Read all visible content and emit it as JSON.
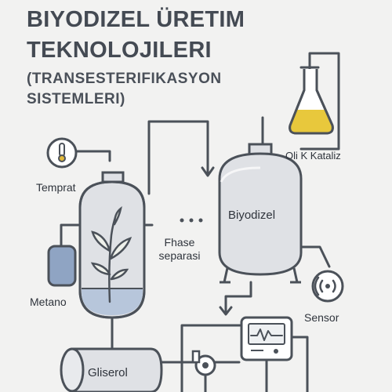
{
  "title": {
    "line1": "BIYODIZEL ÜRETIM",
    "line2": "TEKNOLOJILERI"
  },
  "subtitle": {
    "line1": "(TRANSESTERIFIKASYON",
    "line2": "SISTEMLERI)"
  },
  "labels": {
    "temperature": "Temprat",
    "methanol": "Metano",
    "phase_line1": "Fhase",
    "phase_line2": "separasi",
    "biodiesel": "Biyodizel",
    "catalyst": "Oli K Kataliz",
    "sensor": "Sensor",
    "glycerol": "Gliserol"
  },
  "colors": {
    "line": "#4b5159",
    "vessel_fill": "#dfe1e5",
    "liquid_blue": "#b7c6db",
    "methanol_tank": "#8fa4c3",
    "catalyst_yellow": "#e8c83c",
    "thermometer_dot": "#e2b93a"
  },
  "icons": {
    "thermometer": "thermometer-icon",
    "plant": "plant-sprout-icon",
    "flask": "erlenmeyer-flask-icon",
    "sensor": "wireless-sensor-icon",
    "monitor": "waveform-monitor-icon",
    "pump": "pump-valve-icon"
  }
}
